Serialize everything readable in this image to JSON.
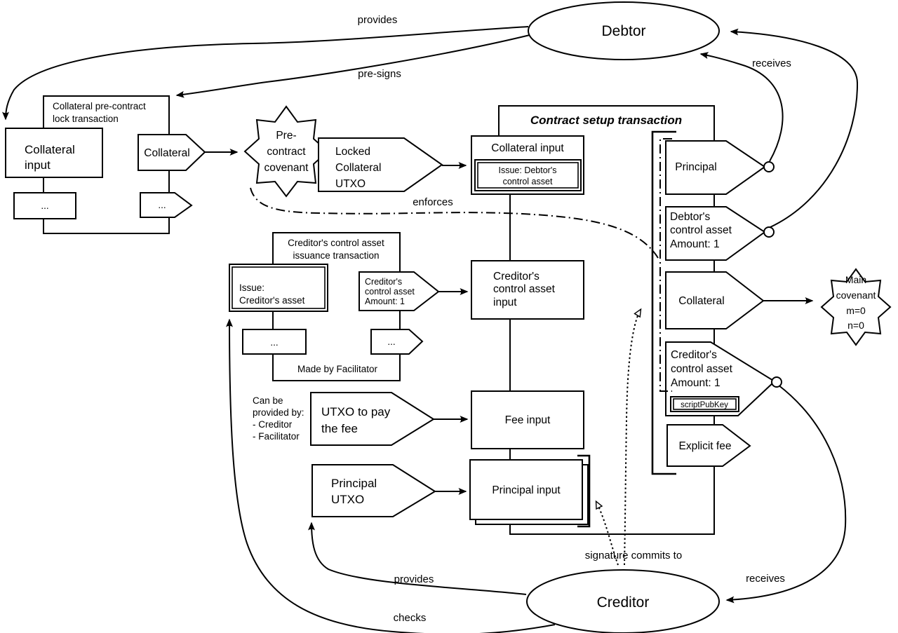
{
  "diagram": {
    "actors": {
      "debtor": "Debtor",
      "creditor": "Creditor"
    },
    "edge_labels": {
      "provides_top": "provides",
      "pre_signs": "pre-signs",
      "receives_top": "receives",
      "enforces": "enforces",
      "signature_commits_to": "signature commits to",
      "provides_bottom": "provides",
      "checks": "checks",
      "receives_bottom": "receives"
    },
    "lock_tx": {
      "title": [
        "Collateral pre-contract",
        "lock transaction"
      ],
      "collateral_input": [
        "Collateral",
        "input"
      ],
      "dots_box": "...",
      "collateral_tag": "Collateral",
      "dots_tag": "..."
    },
    "pre_contract_covenant": [
      "Pre-",
      "contract",
      "covenant"
    ],
    "locked_collateral_utxo": [
      "Locked",
      "Collateral",
      "UTXO"
    ],
    "setup_tx": {
      "title": "Contract setup transaction",
      "collateral_input_title": "Collateral input",
      "collateral_input_issue": [
        "Issue: Debtor's",
        "control asset"
      ],
      "creditors_control_asset_input": [
        "Creditor's",
        "control asset",
        "input"
      ],
      "fee_input": "Fee input",
      "principal_input": "Principal input",
      "outputs": {
        "principal": "Principal",
        "debtors_control_asset": [
          "Debtor's",
          "control asset",
          "Amount: 1"
        ],
        "collateral": "Collateral",
        "creditors_control_asset": [
          "Creditor's",
          "control asset",
          "Amount: 1"
        ],
        "script_pubkey": "scriptPubKey",
        "explicit_fee": "Explicit fee"
      }
    },
    "issuance_tx": {
      "title": [
        "Creditor's control asset",
        "issuance transaction"
      ],
      "issue_box": [
        "Issue:",
        "Creditor's asset"
      ],
      "dots_box": "...",
      "asset_tag": [
        "Creditor's",
        "control asset",
        "Amount: 1"
      ],
      "dots_tag": "...",
      "note": "Made by Facilitator"
    },
    "fee_note": [
      "Can be",
      "provided by:",
      "- Creditor",
      "- Facilitator"
    ],
    "utxo_to_pay_fee": [
      "UTXO to pay",
      "the fee"
    ],
    "principal_utxo": [
      "Principal",
      "UTXO"
    ],
    "main_covenant": [
      "Main",
      "covenant",
      "m=0",
      "n=0"
    ]
  }
}
